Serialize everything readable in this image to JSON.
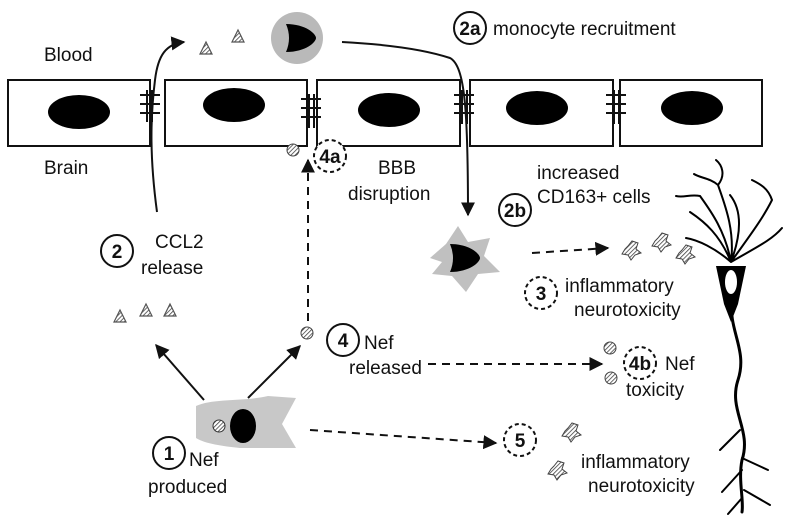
{
  "compartments": {
    "top": "Blood",
    "bottom": "Brain"
  },
  "steps": [
    {
      "id": "s1",
      "badge": "1",
      "badge_style": "solid",
      "lines": [
        "Nef",
        "produced"
      ]
    },
    {
      "id": "s2",
      "badge": "2",
      "badge_style": "solid",
      "lines": [
        "CCL2",
        "release"
      ]
    },
    {
      "id": "s2a",
      "badge": "2a",
      "badge_style": "solid",
      "lines": [
        "monocyte recruitment"
      ]
    },
    {
      "id": "s2b",
      "badge": "2b",
      "badge_style": "solid",
      "lines": [
        "increased",
        "CD163+ cells"
      ]
    },
    {
      "id": "s3",
      "badge": "3",
      "badge_style": "dashed",
      "lines": [
        "inflammatory",
        "neurotoxicity"
      ]
    },
    {
      "id": "s4",
      "badge": "4",
      "badge_style": "solid",
      "lines": [
        "Nef",
        "released"
      ]
    },
    {
      "id": "s4a",
      "badge": "4a",
      "badge_style": "dashed",
      "lines": [
        "BBB",
        "disruption"
      ]
    },
    {
      "id": "s4b",
      "badge": "4b",
      "badge_style": "dashed",
      "lines": [
        "Nef",
        "toxicity"
      ]
    },
    {
      "id": "s5",
      "badge": "5",
      "badge_style": "dashed",
      "lines": [
        "inflammatory",
        "neurotoxicity"
      ]
    }
  ],
  "colors": {
    "ink": "#111111",
    "cell_gray": "#c8c8c8",
    "monocyte_gray": "#b9b9b9",
    "particle": "#555555"
  }
}
